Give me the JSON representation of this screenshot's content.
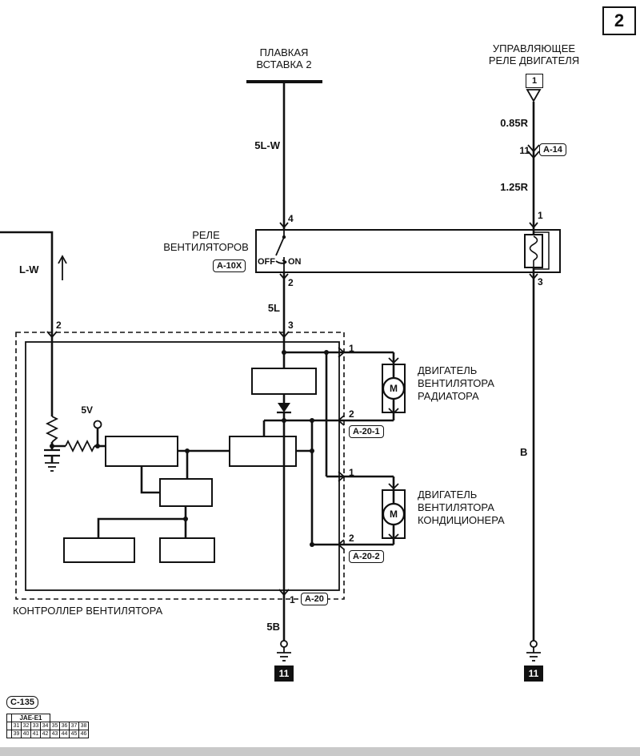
{
  "page_number": "2",
  "fusible_link_label": "ПЛАВКАЯ\nВСТАВКА 2",
  "engine_relay_label": "УПРАВЛЯЮЩЕЕ\nРЕЛЕ ДВИГАТЕЛЯ",
  "engine_relay_pin_box": "1",
  "wire_5lw": "5L-W",
  "wire_085r": "0.85R",
  "wire_125r": "1.25R",
  "wire_5l": "5L",
  "wire_lw": "L-W",
  "wire_b": "B",
  "wire_5b": "5B",
  "conn_a14_pin": "11",
  "conn_a14": "A-14",
  "fan_relay_label": "РЕЛЕ\nВЕНТИЛЯТОРОВ",
  "conn_a10x": "A-10X",
  "relay_off": "OFF",
  "relay_on": "ON",
  "relay_pin4": "4",
  "relay_pin2": "2",
  "relay_pin1": "1",
  "relay_pin3": "3",
  "ctrl_pin2": "2",
  "ctrl_pin3": "3",
  "ctrl_5v": "5V",
  "ctrl_title": "КОНТРОЛЛЕР ВЕНТИЛЯТОРА",
  "ctrl_out_pin": "1",
  "conn_a20": "A-20",
  "motor1_label": "ДВИГАТЕЛЬ\nВЕНТИЛЯТОРА\nРАДИАТОРА",
  "motor1_pin1": "1",
  "motor1_pin2": "2",
  "conn_a201": "A-20-1",
  "motor2_label": "ДВИГАТЕЛЬ\nВЕНТИЛЯТОРА\nКОНДИЦИОНЕРА",
  "motor2_pin1": "1",
  "motor2_pin2": "2",
  "conn_a202": "A-20-2",
  "motor_m": "M",
  "ground_left": "11",
  "ground_right": "11",
  "conn_c135": "C-135",
  "pin_table": {
    "header": "JAE-E1",
    "row1": [
      "31",
      "32",
      "33",
      "34",
      "35",
      "36",
      "37",
      "38"
    ],
    "row2": [
      "39",
      "40",
      "41",
      "42",
      "43",
      "44",
      "45",
      "46"
    ]
  }
}
